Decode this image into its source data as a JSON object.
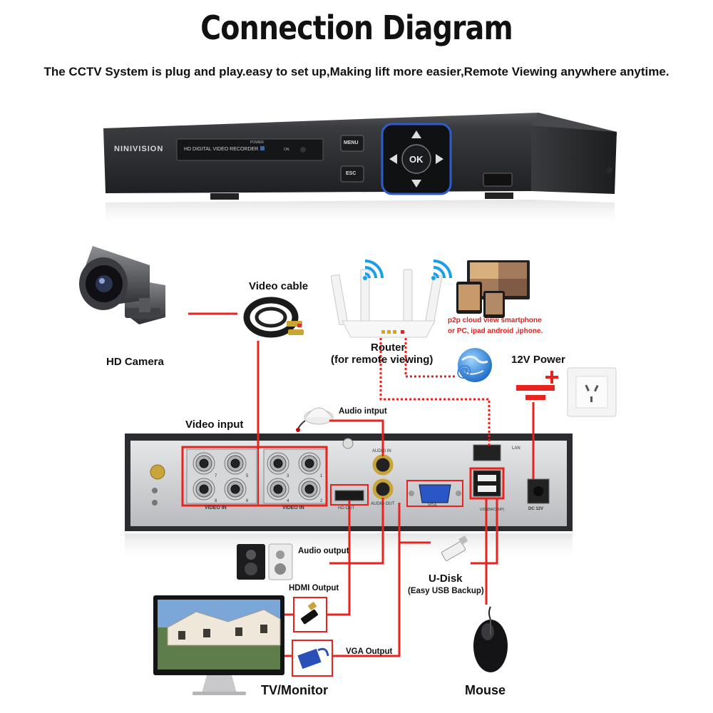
{
  "title": "Connection Diagram",
  "subtitle": "The CCTV System is plug and play.easy to set up,Making lift more easier,Remote Viewing anywhere anytime.",
  "dvr_front": {
    "brand": "NINIVISION",
    "model_text": "HD DIGITAL VIDEO RECORDER",
    "power_text": "POWER",
    "net_text": "ON",
    "menu_button": "MENU",
    "esc_button": "ESC",
    "ok_button": "OK"
  },
  "components": {
    "camera_label": "HD Camera",
    "video_cable_label": "Video cable",
    "router_label": "Router",
    "router_sub_label": "(for remote viewing)",
    "cloud_line1": "p2p cloud  view smartphone",
    "cloud_line2": "or PC, ipad android ,iphone.",
    "power_label": "12V Power",
    "video_input_label": "Video input",
    "audio_input_label": "Audio intput",
    "audio_output_label": "Audio output",
    "hdmi_output_label": "HDMI Output",
    "vga_output_label": "VGA Output",
    "udisk_label": "U-Disk",
    "udisk_sub_label": "(Easy USB Backup)",
    "tv_label": "TV/Monitor",
    "mouse_label": "Mouse"
  },
  "dvr_back": {
    "ports_numbers_left": [
      "7",
      "5",
      "8",
      "6"
    ],
    "ports_numbers_right": [
      "3",
      "1",
      "4",
      "2"
    ],
    "video_in_label_1": "VIDEO IN",
    "video_in_label_2": "VIDEO IN",
    "audio_in_label": "AUDIO IN",
    "audio_out_label": "AUDIO OUT",
    "hd_out_label": "HD-OUT",
    "vga_label": "VGA",
    "lan_label": "LAN",
    "usb_label": "USB(BACKUP)",
    "dc_label": "DC 12V"
  },
  "colors": {
    "connection_red": "#e8231f",
    "dvr_body": "#2c2d30",
    "panel_silver": "#c9cbcd"
  }
}
